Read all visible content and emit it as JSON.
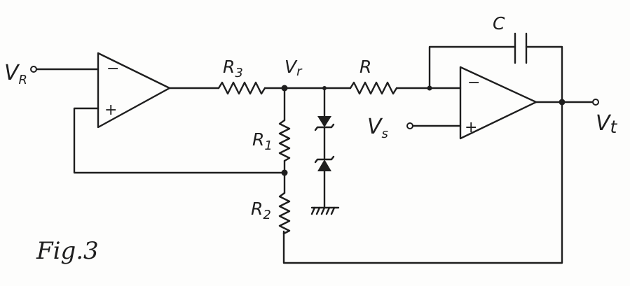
{
  "diagram": {
    "caption": "Fig.3",
    "labels": {
      "vr_main": "V",
      "vr_sub": "R",
      "r3_main": "R",
      "r3_sub": "3",
      "vref_main": "V",
      "vref_sub": "r",
      "r": "R",
      "c": "C",
      "r1_main": "R",
      "r1_sub": "1",
      "r2_main": "R",
      "r2_sub": "2",
      "vs_main": "V",
      "vs_sub": "s",
      "vt_main": "V",
      "vt_sub": "t"
    },
    "opamp1": {
      "minus": "−",
      "plus": "+"
    },
    "opamp2": {
      "minus": "−",
      "plus": "+"
    }
  }
}
